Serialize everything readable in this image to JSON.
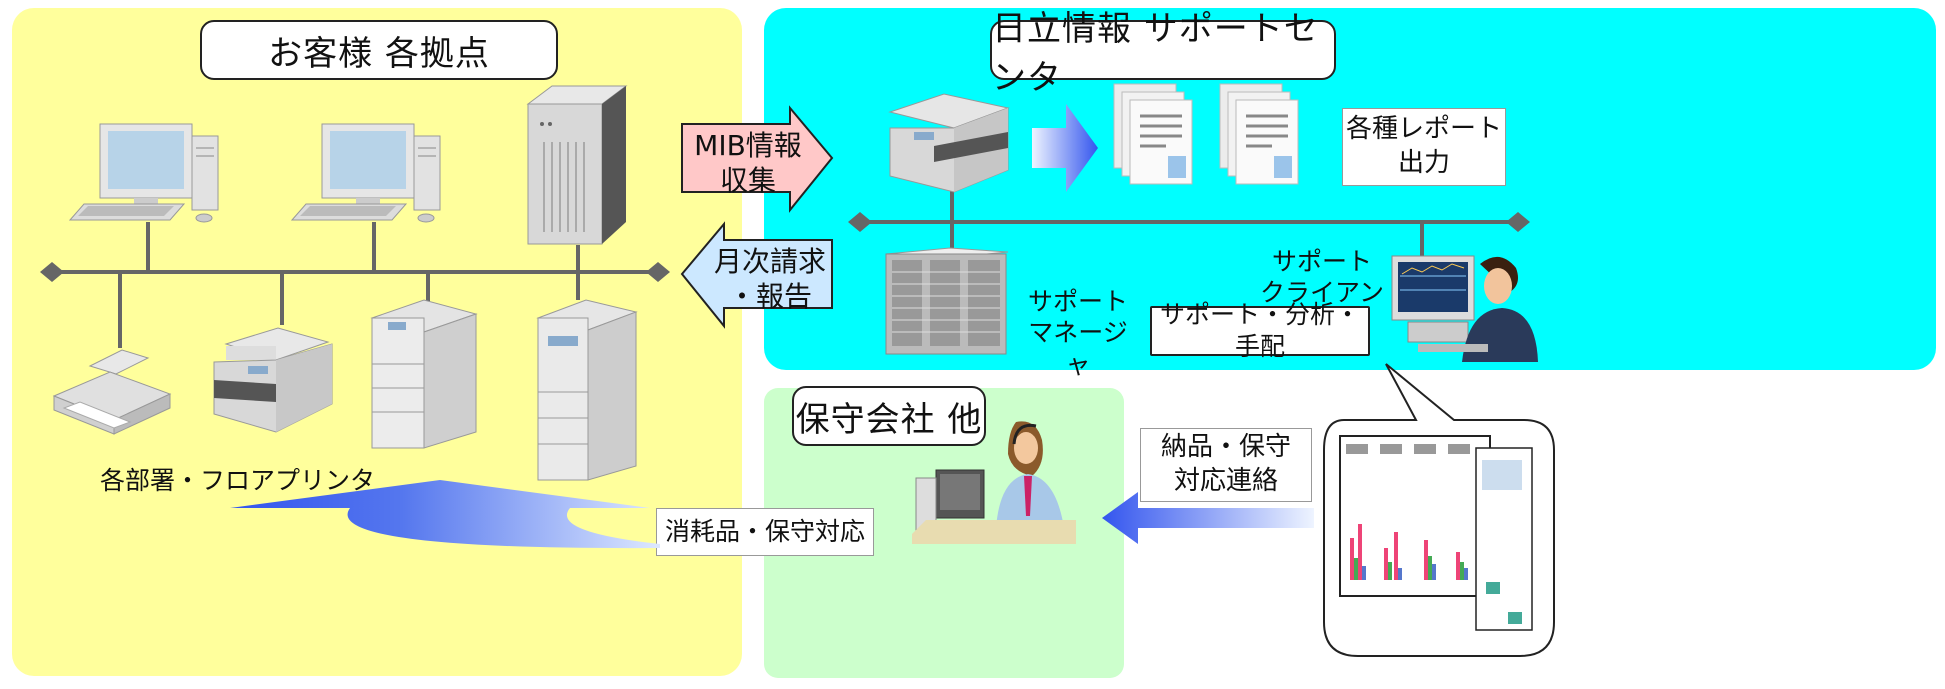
{
  "colors": {
    "customer_bg": "#ffff9c",
    "support_bg": "#00ffff",
    "maintenance_bg": "#ccffcc",
    "arrow_collect": "#ffc8c8",
    "arrow_report": "#cce8ff",
    "flow_blue": "#3355ee"
  },
  "customer": {
    "title": "お客様 各拠点",
    "printers_label": "各部署・フロアプリンタ"
  },
  "support_center": {
    "title": "日立情報 サポートセンタ",
    "report_output": "各種レポート\n出力",
    "manager_label": "サポート\nマネージャ",
    "client_label": "サポート\nクライアント",
    "task_box": "サポート・分析・手配"
  },
  "arrows": {
    "collect_mib": "MIB情報\n収集",
    "monthly_report": "月次請求\n・報告"
  },
  "maintenance": {
    "title": "保守会社 他",
    "delivery_box": "納品・保守\n対応連絡",
    "consumables_box": "消耗品・保守対応"
  },
  "icons": [
    "desktop-pc-icon",
    "server-tower-icon",
    "inkjet-printer-icon",
    "laser-printer-icon",
    "floor-printer-icon",
    "multifunction-copier-icon",
    "fax-machine-icon",
    "document-stack-icon",
    "server-rack-icon",
    "operator-workstation-icon",
    "call-center-operator-icon",
    "report-screenshot-icon"
  ]
}
